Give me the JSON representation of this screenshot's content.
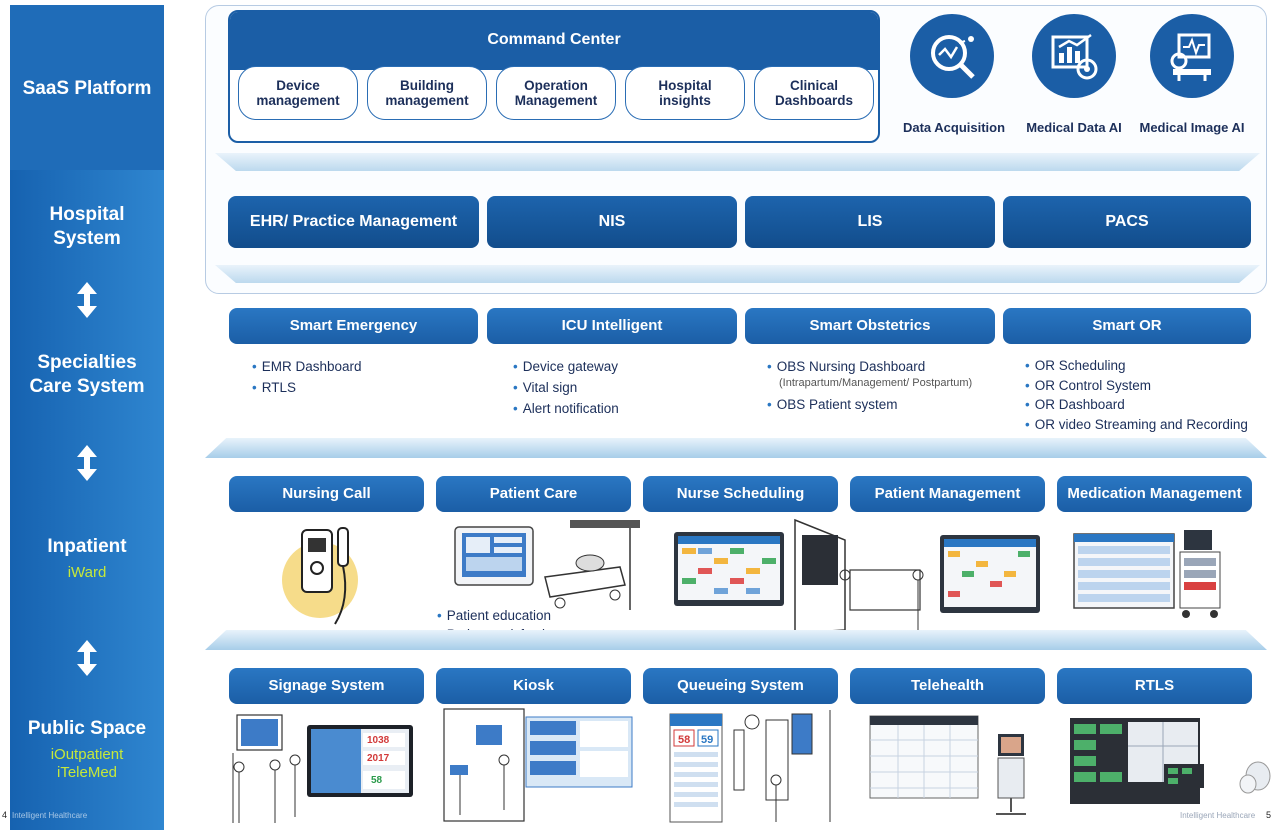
{
  "sidebar": {
    "saas": "SaaS Platform",
    "hospital": "Hospital\nSystem",
    "specialties": "Specialties\nCare System",
    "inpatient": "Inpatient",
    "inpatient_sub": "iWard",
    "public": "Public Space",
    "public_sub1": "iOutpatient",
    "public_sub2": "iTeleMed"
  },
  "command_center": {
    "title": "Command Center",
    "items": [
      "Device\nmanagement",
      "Building\nmanagement",
      "Operation\nManagement",
      "Hospital\ninsights",
      "Clinical\nDashboards"
    ]
  },
  "ai_modules": [
    "Data Acquisition",
    "Medical Data AI",
    "Medical Image AI"
  ],
  "hospital_systems": [
    "EHR/ Practice Management",
    "NIS",
    "LIS",
    "PACS"
  ],
  "specialties": [
    {
      "title": "Smart Emergency",
      "bullets": [
        "EMR Dashboard",
        "RTLS"
      ]
    },
    {
      "title": "ICU Intelligent",
      "bullets": [
        "Device gateway",
        "Vital sign",
        "Alert notification"
      ]
    },
    {
      "title": "Smart Obstetrics",
      "bullets": [
        "OBS Nursing Dashboard",
        "OBS Patient system"
      ],
      "note": "(Intrapartum/Management/ Postpartum)"
    },
    {
      "title": "Smart OR",
      "bullets": [
        "OR Scheduling",
        "OR Control System",
        "OR Dashboard",
        "OR video Streaming and Recording"
      ]
    }
  ],
  "inpatient": {
    "headers": [
      "Nursing Call",
      "Patient Care",
      "Nurse Scheduling",
      "Patient Management",
      "Medication Management"
    ],
    "patient_care_bullets": [
      "Patient education",
      "Patient satisfaction"
    ]
  },
  "public_space": {
    "headers": [
      "Signage System",
      "Kiosk",
      "Queueing System",
      "Telehealth",
      "RTLS"
    ],
    "signage_numbers": [
      "1038",
      "2017",
      "58"
    ],
    "queue_numbers": [
      "58",
      "59"
    ]
  },
  "footer": {
    "page_left": "4",
    "page_right": "5",
    "brand_left": "Intelligent Healthcare",
    "brand_right": "Intelligent Healthcare"
  },
  "colors": {
    "primary": "#1b5ea6",
    "accent_green": "#c6e83a",
    "light_band": "#bcd9ee"
  }
}
